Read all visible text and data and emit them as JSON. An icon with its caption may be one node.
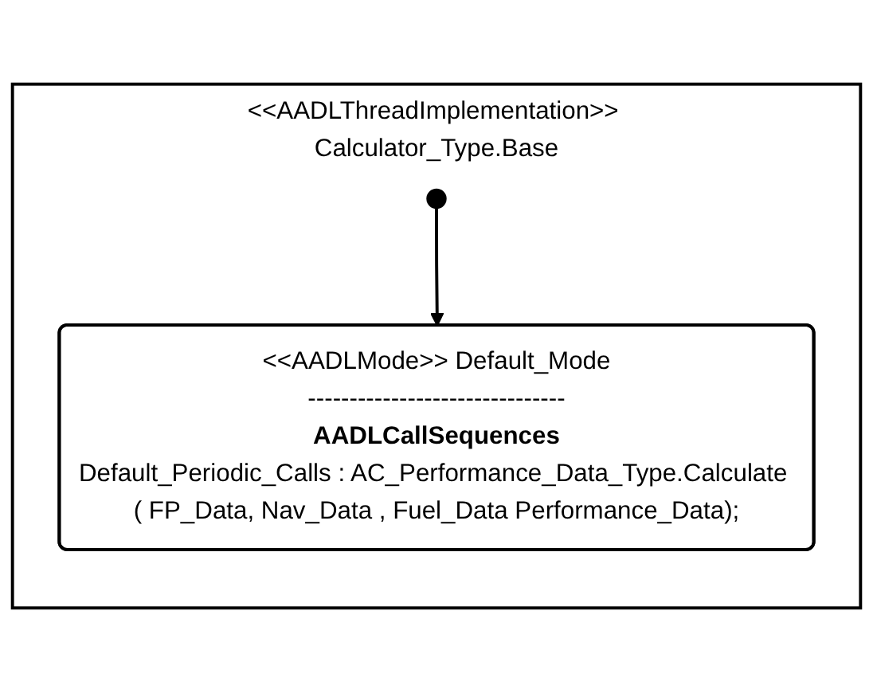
{
  "diagram": {
    "nodes": [
      {
        "text": [
          "<<AADLThreadImplementation>> Calculator_Type.Base"
        ]
      },
      {
        "text": [],
        "shape": "circle",
        "in": 0
      },
      {
        "text": [
          "<<AADLMode>> Default_Mode",
          "-------------------------------",
          "AADLCallSequences",
          "Default_Periodic_Calls : AC_Performance_Data_Type.Calculate ( FP_Data, Nav_Data , Fuel_Data Performance_Data);"
        ],
        "in": 0
      }
    ],
    "edges": [
      {
        "from": 1,
        "to": 2,
        "arrow": "to"
      }
    ]
  }
}
